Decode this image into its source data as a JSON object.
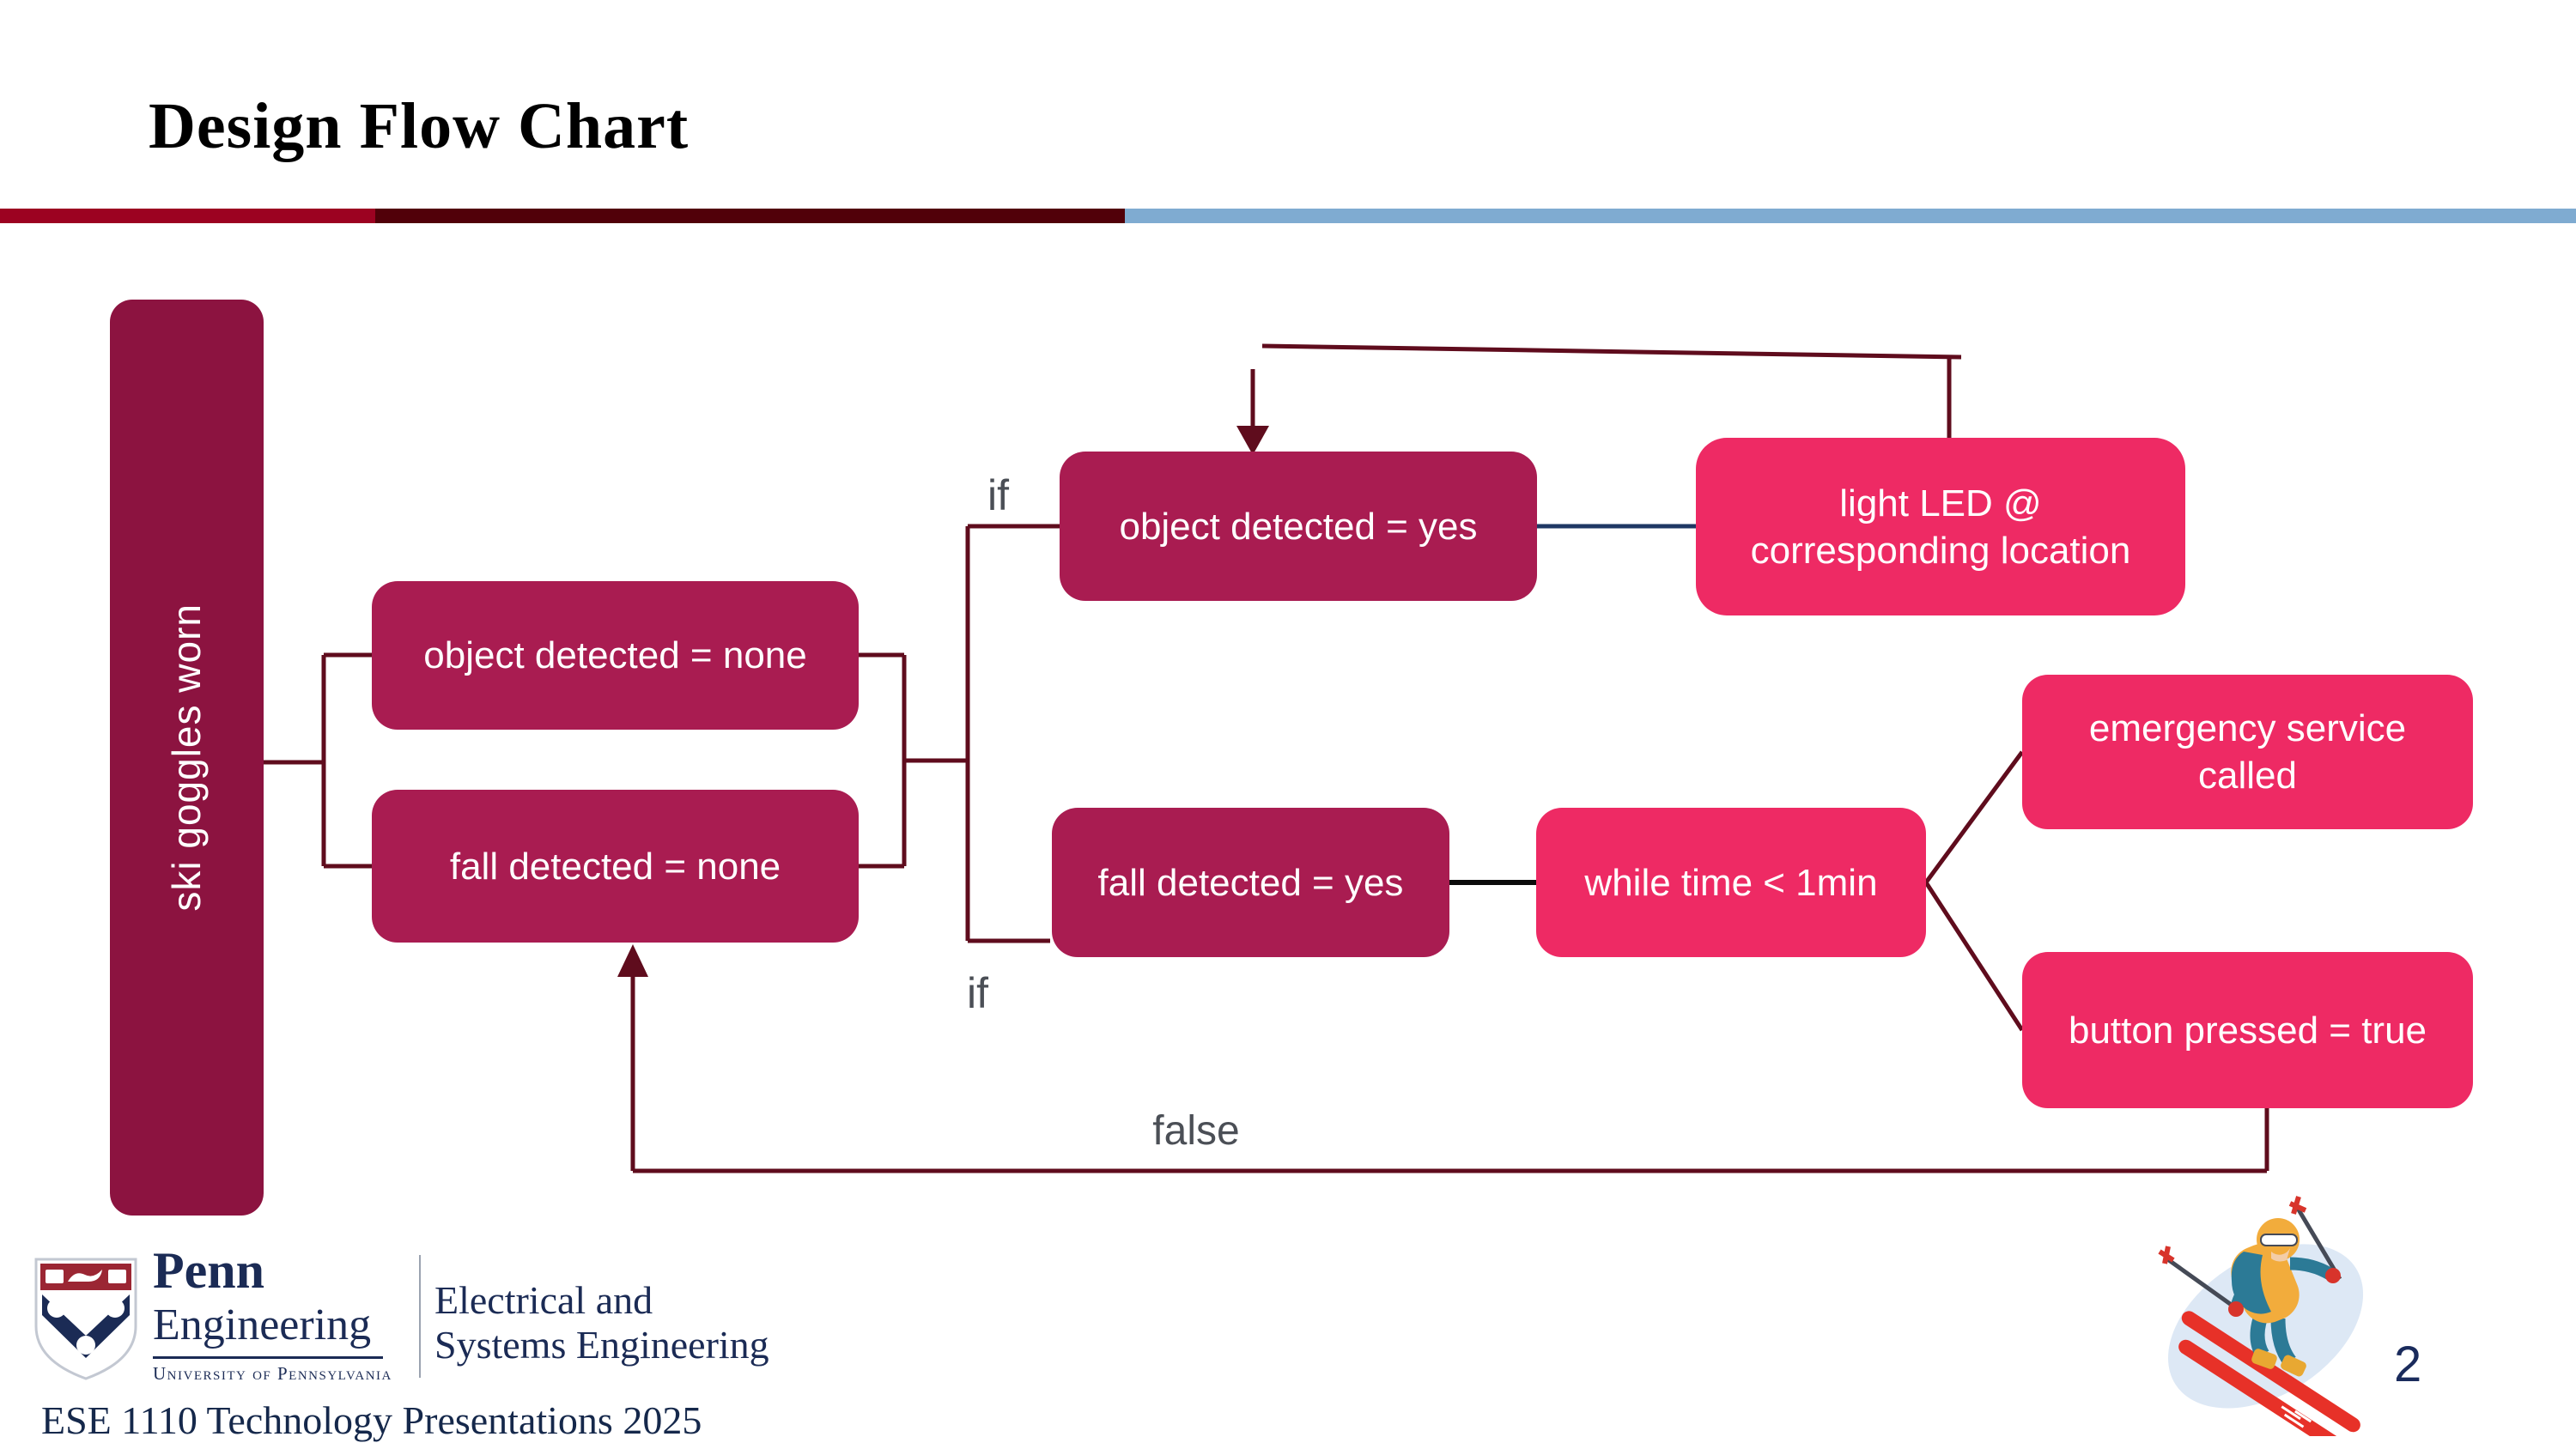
{
  "slide": {
    "title": "Design Flow Chart",
    "page_number": "2",
    "footer": "ESE 1110 Technology Presentations 2025"
  },
  "flowchart": {
    "start": "ski goggles worn",
    "object_none": "object detected = none",
    "fall_none": "fall detected = none",
    "object_yes": "object detected = yes",
    "light_led": "light LED @\ncorresponding location",
    "fall_yes": "fall detected = yes",
    "while_time": "while time < 1min",
    "emergency": "emergency service\ncalled",
    "button_pressed": "button pressed = true",
    "if_label": "if",
    "false_label": "false"
  },
  "logo": {
    "penn": "Penn",
    "engineering": "Engineering",
    "university": "University of Pennsylvania",
    "dept1": "Electrical and",
    "dept2": "Systems Engineering"
  },
  "icons": {
    "penn_shield": "penn-shield-logo",
    "skier": "skier-illustration"
  },
  "colors": {
    "crimson_box": "#A91C51",
    "start_box": "#8C1340",
    "pink_box": "#EE2A64",
    "connector_maroon": "#5F0C1D",
    "connector_navy": "#1F3864",
    "connector_black": "#0B0B0B",
    "label_gray": "#4B4F56",
    "divider_red": "#9C0221",
    "divider_maroon": "#510009",
    "divider_blue": "#7FABD1",
    "penn_navy": "#1B2B55",
    "title_black": "#000000"
  }
}
